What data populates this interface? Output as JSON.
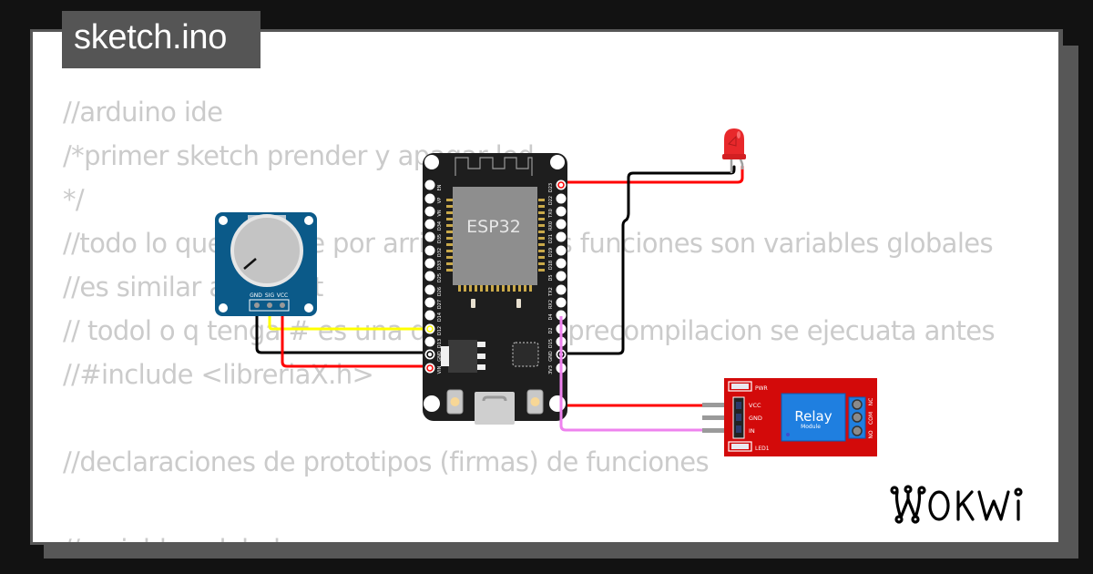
{
  "file_tab": {
    "label": "sketch.ino"
  },
  "code_lines": [
    "//arduino ide",
    "/*primer sketch prender y apagar led",
    "*/",
    "//todo lo que declare por arriba de estas funciones son variables globales",
    "//es similar al import",
    "// todol o q tenga # es una directiva de precompilacion se ejecuata antes",
    "//#include <libreriaX.h>",
    "",
    "//declaraciones de prototipos (firmas) de funciones",
    "",
    "//variables globales"
  ],
  "circuit": {
    "esp32": {
      "label": "ESP32",
      "left_pins": [
        "EN",
        "VP",
        "VN",
        "D34",
        "D35",
        "D32",
        "D33",
        "D25",
        "D26",
        "D27",
        "D14",
        "D12",
        "D13",
        "GND",
        "VIN"
      ],
      "right_pins": [
        "D23",
        "D22",
        "TX0",
        "RX0",
        "D21",
        "D19",
        "D18",
        "D5",
        "TX2",
        "RX2",
        "D4",
        "D2",
        "D15",
        "GND",
        "3V3"
      ]
    },
    "potentiometer": {
      "pins": [
        "GND",
        "SIG",
        "VCC"
      ]
    },
    "led": {
      "color": "#e8282b"
    },
    "relay": {
      "title": "Relay",
      "subtitle": "Module",
      "input_pins": [
        "VCC",
        "GND",
        "IN"
      ],
      "output_pins": [
        "NO",
        "COM",
        "NC"
      ],
      "indicators": [
        "PWR",
        "LED1"
      ]
    },
    "wires": [
      {
        "from": "pot.SIG",
        "to": "esp32.D12",
        "color": "#ffff00"
      },
      {
        "from": "pot.GND",
        "to": "esp32.GND",
        "color": "#000000"
      },
      {
        "from": "pot.VCC",
        "to": "esp32.VIN",
        "color": "#ff0000"
      },
      {
        "from": "esp32.D23",
        "to": "led.anode",
        "color": "#ff0000"
      },
      {
        "from": "esp32.GND",
        "to": "led.cathode",
        "color": "#000000"
      },
      {
        "from": "esp32.VIN",
        "to": "relay.VCC",
        "color": "#ff0000"
      },
      {
        "from": "esp32.D4",
        "to": "relay.IN",
        "color": "#ee82ee"
      }
    ]
  },
  "brand": {
    "logo": "WOKWI"
  },
  "colors": {
    "background": "#121212",
    "frame": "#575757",
    "card": "#ffffff",
    "code_text": "#cbcbcb",
    "esp32_board": "#1e1e1e",
    "pot_board": "#0b5a89",
    "relay_board": "#d30a0a",
    "relay_block": "#1f7fe0"
  }
}
